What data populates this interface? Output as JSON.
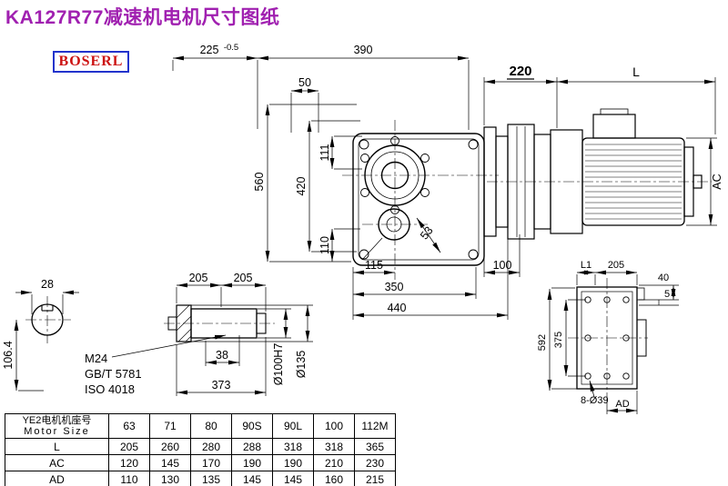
{
  "colors": {
    "title": "#A020B0",
    "brand_text": "#CC1111",
    "brand_border": "#2233CC",
    "line": "#000000"
  },
  "header": {
    "title": "KA127R77减速机电机尺寸图纸",
    "brand": "BOSERL"
  },
  "drawing": {
    "top": {
      "d225": "225",
      "d225_tol": "-0.5",
      "d390": "390",
      "d220": "220",
      "dL": "L",
      "d50": "50"
    },
    "left": {
      "d560": "560",
      "d420": "420",
      "d111": "111",
      "d110": "110"
    },
    "bottom": {
      "d115": "115",
      "d53": "53",
      "d100": "100",
      "d350": "350",
      "d440": "440"
    },
    "right": {
      "dAC": "AC"
    },
    "shaft_section": {
      "d28": "28",
      "d106": "106.4"
    },
    "shaft_detail": {
      "d205a": "205",
      "d205b": "205",
      "thread": "M24",
      "std1": "GB/T 5781",
      "std2": "ISO 4018",
      "d38": "38",
      "d373": "373",
      "bore": "Ø100H7",
      "hub": "Ø135"
    },
    "flange": {
      "dL1": "L1",
      "d205": "205",
      "d40": "40",
      "d5": "5",
      "d592": "592",
      "d375": "375",
      "holes": "8-Ø39",
      "dAD": "AD"
    }
  },
  "table": {
    "header_cn": "YE2电机机座号",
    "header_en": "Motor Size",
    "sizes": [
      "63",
      "71",
      "80",
      "90S",
      "90L",
      "100",
      "112M"
    ],
    "rows": [
      {
        "label": "L",
        "values": [
          "205",
          "260",
          "280",
          "288",
          "318",
          "318",
          "365"
        ]
      },
      {
        "label": "AC",
        "values": [
          "120",
          "145",
          "170",
          "190",
          "190",
          "210",
          "230"
        ]
      },
      {
        "label": "AD",
        "values": [
          "110",
          "130",
          "135",
          "145",
          "145",
          "160",
          "215"
        ]
      }
    ]
  }
}
